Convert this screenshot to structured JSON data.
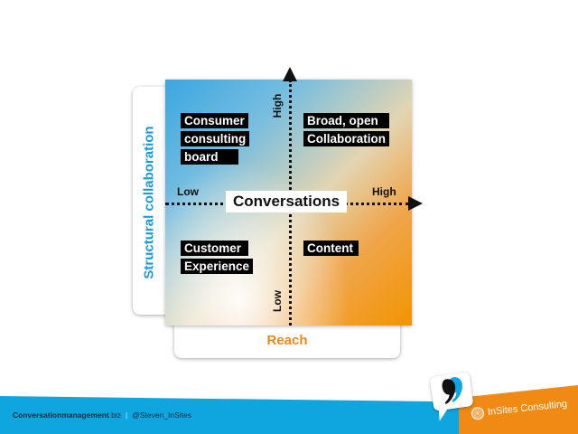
{
  "diagram": {
    "y_axis_title": "Structural collaboration",
    "x_axis_title": "Reach",
    "center_label": "Conversations",
    "vertical_axis": {
      "high": "High",
      "low": "Low"
    },
    "horizontal_axis": {
      "low": "Low",
      "high": "High"
    },
    "quadrants": {
      "top_left": [
        "Consumer",
        "consulting",
        "board"
      ],
      "top_right": [
        "Broad, open",
        "Collaboration"
      ],
      "bottom_left": [
        "Customer",
        "Experience"
      ],
      "bottom_right": [
        "Content"
      ]
    },
    "colors": {
      "blue": "#3aa7df",
      "orange": "#f29400",
      "axis_title_blue": "#1a9ad6",
      "axis_title_orange": "#e8891b"
    }
  },
  "footer": {
    "site_bold": "Conversationmanagement",
    "site_suffix": ".biz",
    "separator": "|",
    "handle": "@Steven_InSites",
    "brand": "InSites Consulting",
    "band_color": "#0fa6e0",
    "brand_color": "#f08a12"
  }
}
